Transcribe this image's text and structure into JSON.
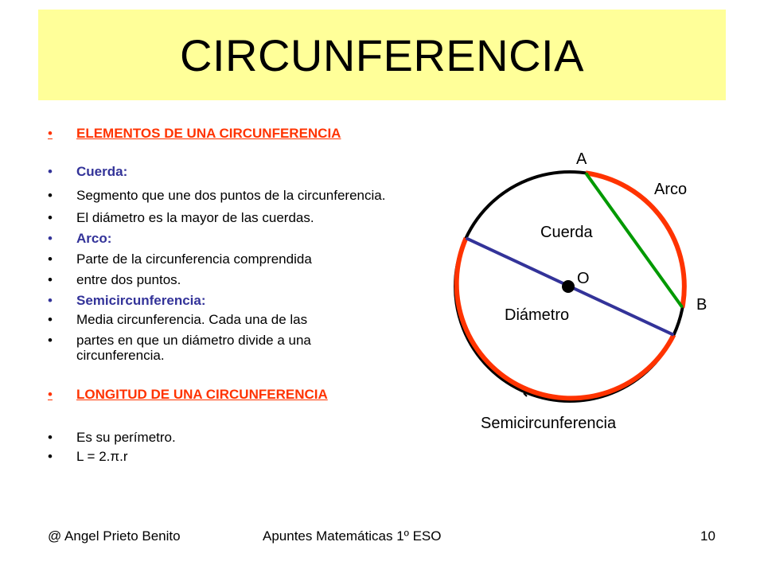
{
  "title": "CIRCUNFERENCIA",
  "bullets": {
    "heading_elements": "ELEMENTOS DE UNA CIRCUNFERENCIA",
    "cuerda_term": "Cuerda:",
    "cuerda_def1": "Segmento que une dos puntos de la circunferencia.",
    "cuerda_def2": "El diámetro es la mayor de las cuerdas.",
    "arco_term": "Arco:",
    "arco_def1": "Parte de la circunferencia comprendida",
    "arco_def2": "entre dos puntos.",
    "semi_term": "Semicircunferencia:",
    "semi_def1": "Media circunferencia. Cada una de las",
    "semi_def2": "partes en que un diámetro divide a una circunferencia.",
    "heading_length": "LONGITUD DE UNA CIRCUNFERENCIA",
    "length_def1": "Es su perímetro.",
    "length_def2": "L = 2.π.r"
  },
  "diagram": {
    "label_a": "A",
    "label_b": "B",
    "label_o": "O",
    "label_arco": "Arco",
    "label_cuerda": "Cuerda",
    "label_diametro": "Diámetro",
    "label_semi": "Semicircunferencia",
    "colors": {
      "circle": "#000000",
      "arc": "#ff3300",
      "chord": "#009900",
      "diameter": "#333399"
    }
  },
  "footer": {
    "author": "@  Angel Prieto Benito",
    "course": "Apuntes Matemáticas 1º ESO",
    "page": "10"
  },
  "bullet_symbol": "•"
}
